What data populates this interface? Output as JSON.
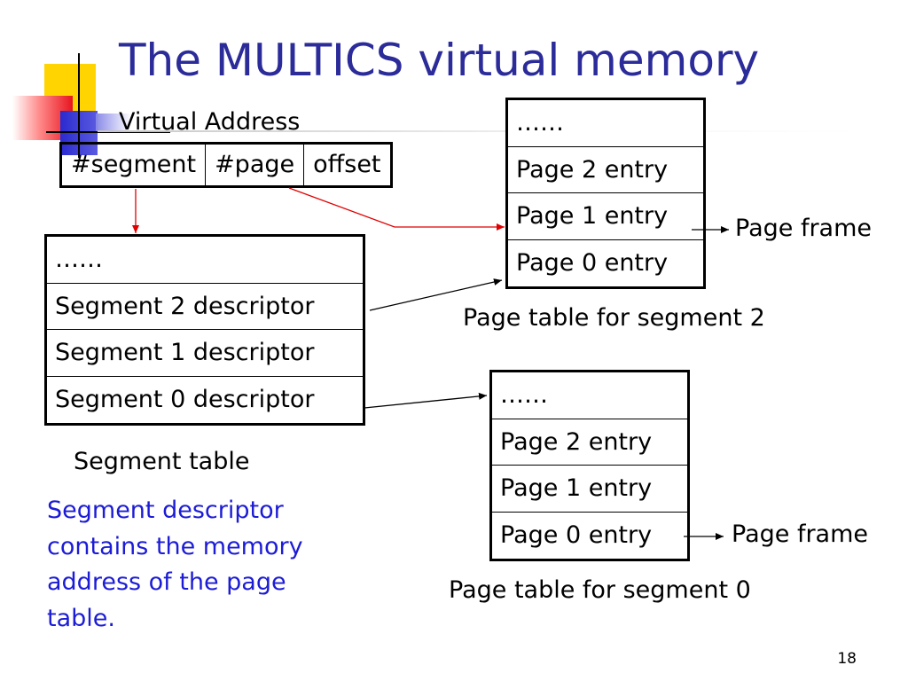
{
  "slide": {
    "title": "The MULTICS virtual memory",
    "page_number": "18"
  },
  "virtual_address": {
    "label": "Virtual Address",
    "fields": [
      "#segment",
      "#page",
      "offset"
    ]
  },
  "segment_table": {
    "rows": [
      "……",
      "Segment 2 descriptor",
      "Segment 1 descriptor",
      "Segment 0 descriptor"
    ],
    "caption": "Segment table"
  },
  "page_table_seg2": {
    "rows": [
      "……",
      "Page 2 entry",
      "Page 1 entry",
      "Page 0 entry"
    ],
    "caption": "Page table for segment 2",
    "frame_label": "Page frame"
  },
  "page_table_seg0": {
    "rows": [
      "……",
      "Page 2 entry",
      "Page 1 entry",
      "Page 0 entry"
    ],
    "caption": "Page table for segment 0",
    "frame_label": "Page frame"
  },
  "note": {
    "lines": [
      "Segment descriptor",
      "contains the memory",
      "address of the page",
      "table."
    ],
    "color": "#1c1cd6"
  },
  "colors": {
    "title": "#2b2b9a",
    "highlight_arrow": "#e00000"
  }
}
